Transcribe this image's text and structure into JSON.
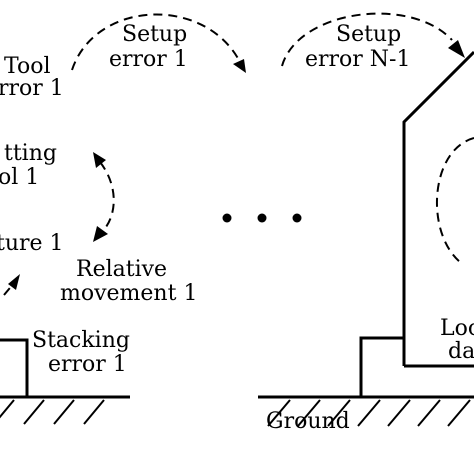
{
  "labels": {
    "setup_error_1": [
      "Setup",
      "error 1"
    ],
    "setup_error_n1": [
      "Setup",
      "error N-1"
    ],
    "tool_error_1": [
      "Tool",
      "rror 1"
    ],
    "cutting_tool_1": [
      "tting",
      "ol 1"
    ],
    "fixture_1": "ture 1",
    "relative_movement_1": [
      "Relative",
      "movement 1"
    ],
    "stacking_error_1": [
      "Stacking",
      "error 1"
    ],
    "ellipsis": "• • •",
    "ground": "Ground",
    "load_data": [
      "Loc",
      "da"
    ]
  }
}
